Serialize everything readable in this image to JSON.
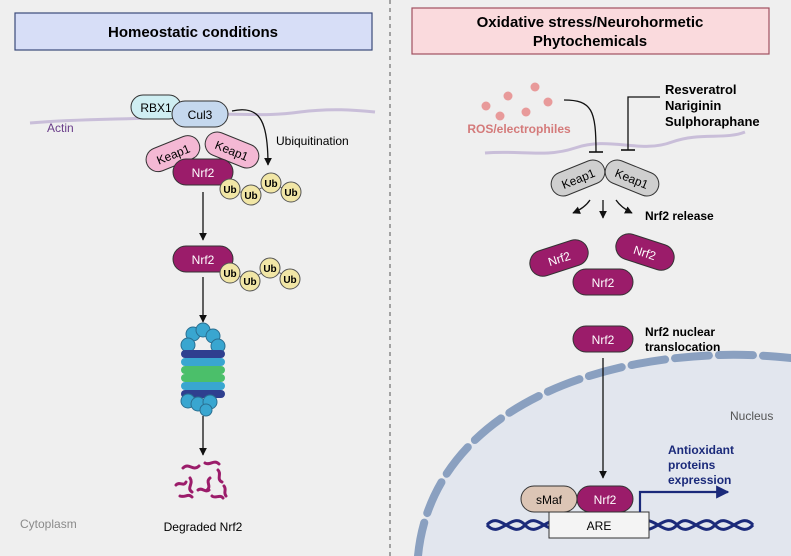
{
  "left_panel": {
    "title": "Homeostatic conditions",
    "actin_label": "Actin",
    "rbx1_label": "RBX1",
    "cul3_label": "Cul3",
    "keap1_label": "Keap1",
    "nrf2_label": "Nrf2",
    "ub_label": "Ub",
    "ubiquitination_label": "Ubiquitination",
    "degraded_label": "Degraded Nrf2",
    "cytoplasm_label": "Cytoplasm"
  },
  "right_panel": {
    "title_line1": "Oxidative stress/Neurohormetic",
    "title_line2": "Phytochemicals",
    "ros_label": "ROS/electrophiles",
    "phyto_labels": [
      "Resveratrol",
      "Nariginin",
      "Sulphoraphane"
    ],
    "keap1_label": "Keap1",
    "nrf2_label": "Nrf2",
    "release_label": "Nrf2 release",
    "translocation_line1": "Nrf2 nuclear",
    "translocation_line2": "translocation",
    "nucleus_label": "Nucleus",
    "smaf_label": "sMaf",
    "are_label": "ARE",
    "antioxidant_lines": [
      "Antioxidant",
      "proteins",
      "expression"
    ]
  },
  "colors": {
    "nrf2": "#9b1c6a",
    "keap1_pink": "#f4b8d4",
    "keap1_grey": "#cfcfcf",
    "cul3": "#c5d8ee",
    "rbx1": "#cfeef2",
    "ub": "#f1e6a6",
    "left_title_bg": "#d7def7",
    "right_title_bg": "#fadadd",
    "ros_dot": "#e89a9a",
    "ros_text": "#d47a7a",
    "dark_blue": "#1b2a7a",
    "smaf": "#dcc5b5",
    "actin": "#6a3d8a"
  }
}
